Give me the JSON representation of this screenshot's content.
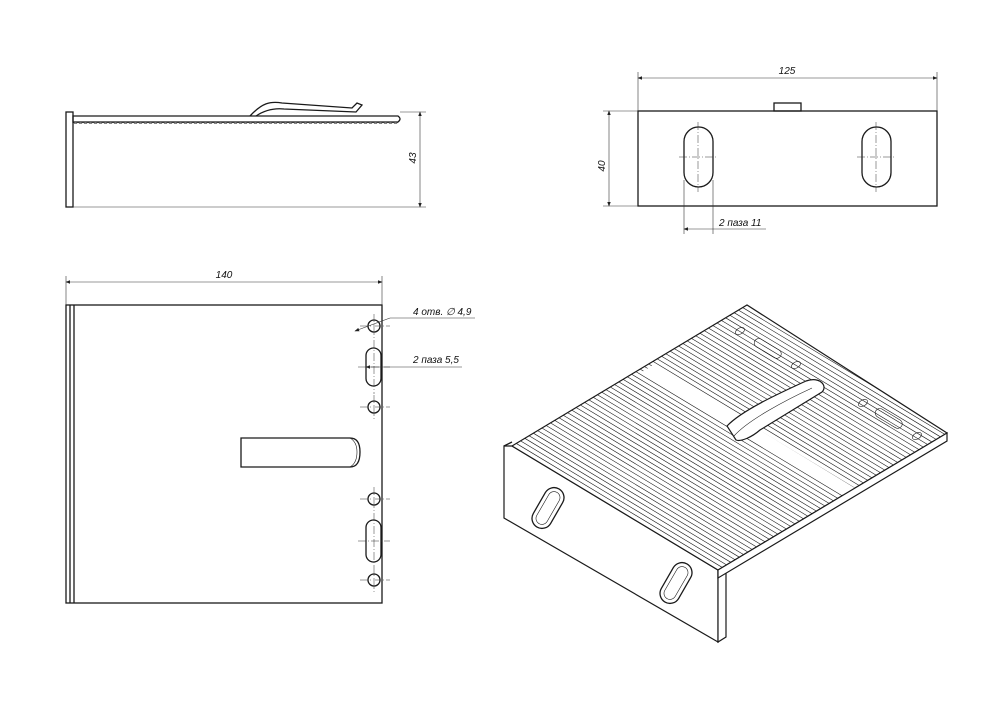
{
  "labels": {
    "dim_height_side": "43",
    "dim_length_front": "125",
    "dim_height_front": "40",
    "slots_front": "2 паза 11",
    "dim_width_top": "140",
    "holes_top": "4 отв. ∅ 4,9",
    "slots_top": "2 паза 5,5"
  },
  "colors": {
    "line": "#1a1a1a",
    "paper": "#ffffff"
  }
}
